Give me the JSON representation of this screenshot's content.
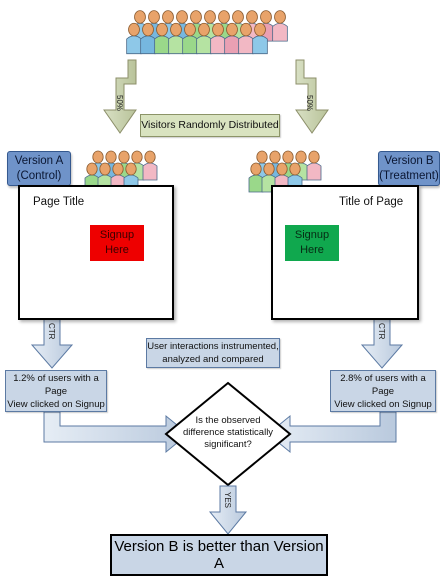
{
  "distribution": {
    "label": "Visitors Randomly Distributed",
    "split_left": "50%",
    "split_right": "50%"
  },
  "version_a": {
    "tag": "Version A\n(Control)",
    "tag_line1": "Version A",
    "tag_line2": "(Control)",
    "page_title": "Page Title",
    "signup_line1": "Signup",
    "signup_line2": "Here",
    "signup_color": "#ee0000",
    "metric_label": "CTR",
    "result_line1": "1.2% of users with a Page",
    "result_line2": "View clicked on Signup"
  },
  "version_b": {
    "tag_line1": "Version B",
    "tag_line2": "(Treatment)",
    "page_title": "Title of Page",
    "signup_line1": "Signup",
    "signup_line2": "Here",
    "signup_color": "#10a84e",
    "metric_label": "CTR",
    "result_line1": "2.8% of users with a Page",
    "result_line2": "View clicked on Signup"
  },
  "instrumentation": {
    "line1": "User interactions instrumented,",
    "line2": "analyzed and compared"
  },
  "decision": {
    "line1": "Is the observed",
    "line2": "difference statistically",
    "line3": "significant?",
    "yes_label": "YES"
  },
  "conclusion": {
    "text": "Version B is better than Version A"
  },
  "colors": {
    "arrow_fill": "#c9d6e6",
    "arrow_stroke": "#5c7aa3",
    "tag_fill": "#6f93c9",
    "person_colors": [
      "#8ec8e8",
      "#76b7df",
      "#9ad88a",
      "#b5e3a2",
      "#f2b8c4",
      "#e9a0b3"
    ]
  }
}
